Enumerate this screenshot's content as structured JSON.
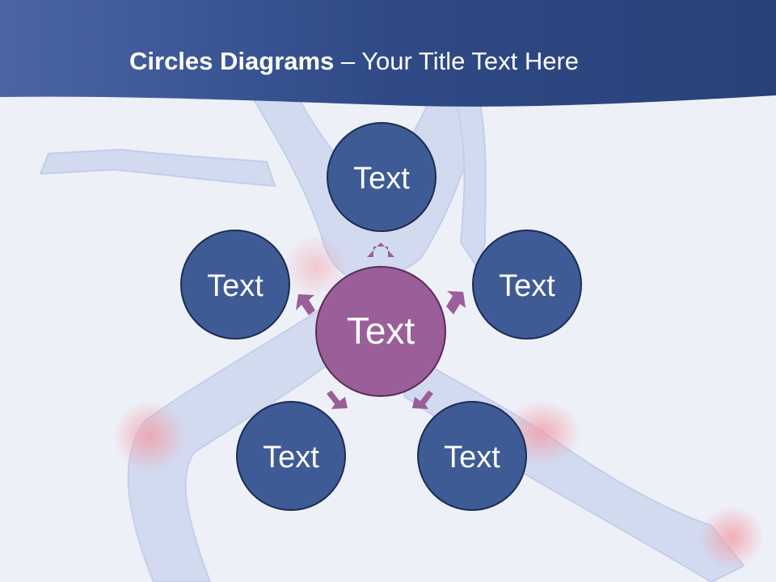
{
  "slide": {
    "title_bold": "Circles Diagrams",
    "title_dash": " – ",
    "title_rest": "Your Title Text Here"
  },
  "diagram": {
    "center": {
      "label": "Text"
    },
    "satellites": [
      {
        "label": "Text"
      },
      {
        "label": "Text"
      },
      {
        "label": "Text"
      },
      {
        "label": "Text"
      },
      {
        "label": "Text"
      }
    ]
  },
  "colors": {
    "header": "#3a5288",
    "satellite_fill": "#3f5b96",
    "satellite_stroke": "#1d2c52",
    "center_fill": "#9a5f98",
    "center_stroke": "#5a2c58",
    "arrow": "#9a5f98"
  }
}
